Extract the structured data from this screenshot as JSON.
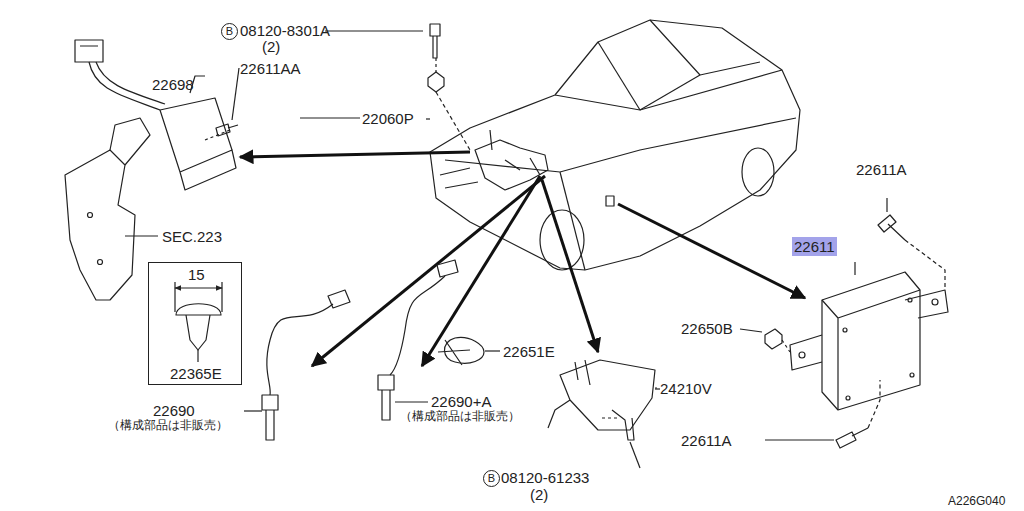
{
  "diagram": {
    "nodes": [
      {
        "text": [
          "15",
          "22365E"
        ]
      },
      {
        "text": [
          "22611"
        ]
      }
    ],
    "labels": [
      "B",
      "08120-8301A",
      "(2)",
      "22060P",
      "22698",
      "22611AA",
      "SEC.223",
      "22611A",
      "22650B",
      "22611A",
      "22690",
      "（構成部品は非販売）",
      "22690+A",
      "（構成部品は非販売）",
      "22651E",
      "24210V",
      "B",
      "08120-61233",
      "(2)",
      "A226G040"
    ]
  }
}
